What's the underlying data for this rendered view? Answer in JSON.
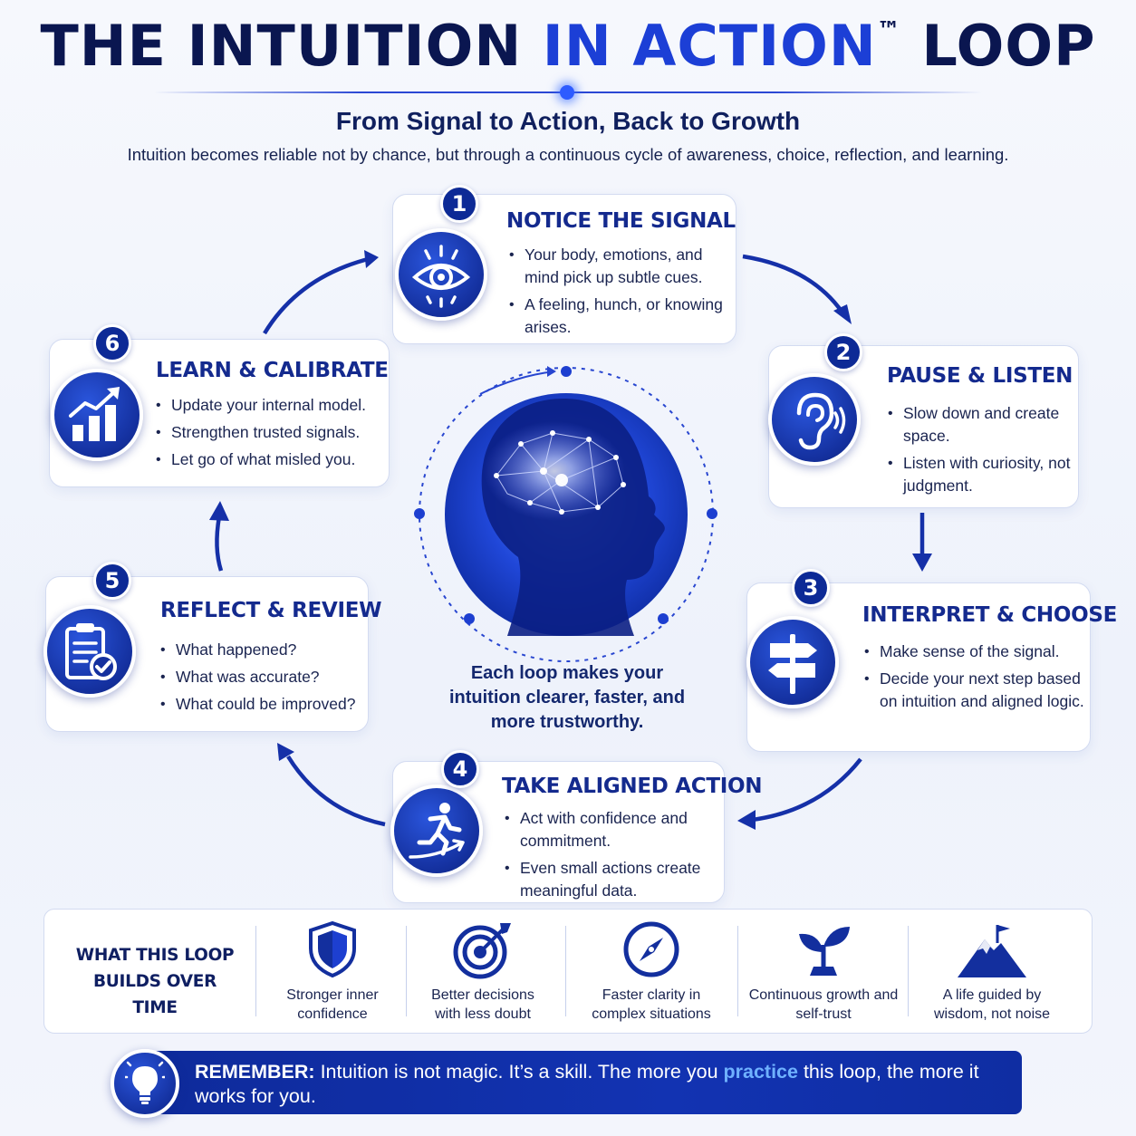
{
  "header": {
    "title_part1": "THE INTUITION ",
    "title_accent": "IN ACTION",
    "title_tm": "™",
    "title_part2": " LOOP",
    "subtitle": "From Signal to Action, Back to Growth",
    "intro": "Intuition becomes reliable not by chance, but through a continuous cycle of awareness, choice, reflection, and learning."
  },
  "steps": [
    {
      "number": "1",
      "title": "NOTICE THE SIGNAL",
      "icon": "eye-icon",
      "bullets": [
        "Your body, emotions, and mind pick up subtle cues.",
        "A feeling, hunch, or knowing arises."
      ]
    },
    {
      "number": "2",
      "title": "PAUSE & LISTEN",
      "icon": "ear-icon",
      "bullets": [
        "Slow down and create space.",
        "Listen with curiosity, not judgment."
      ]
    },
    {
      "number": "3",
      "title": "INTERPRET & CHOOSE",
      "icon": "signpost-icon",
      "bullets": [
        "Make sense of the signal.",
        "Decide your next step based on intuition and aligned logic."
      ]
    },
    {
      "number": "4",
      "title": "TAKE ALIGNED ACTION",
      "icon": "running-person-icon",
      "bullets": [
        "Act with confidence and commitment.",
        "Even small actions create meaningful data."
      ]
    },
    {
      "number": "5",
      "title": "REFLECT & REVIEW",
      "icon": "clipboard-check-icon",
      "bullets": [
        "What happened?",
        "What was accurate?",
        "What could be improved?"
      ]
    },
    {
      "number": "6",
      "title": "LEARN & CALIBRATE",
      "icon": "growth-chart-icon",
      "bullets": [
        "Update your internal model.",
        "Strengthen trusted signals.",
        "Let go of what misled you."
      ]
    }
  ],
  "center": {
    "icon": "brain-head-icon",
    "caption": "Each loop makes your intuition clearer, faster, and more trustworthy."
  },
  "benefits": {
    "title": "WHAT THIS LOOP BUILDS OVER TIME",
    "items": [
      {
        "label": "Stronger inner confidence",
        "icon": "shield-icon"
      },
      {
        "label": "Better decisions with less doubt",
        "icon": "target-icon"
      },
      {
        "label": "Faster clarity in complex situations",
        "icon": "compass-icon"
      },
      {
        "label": "Continuous growth and self-trust",
        "icon": "sprout-icon"
      },
      {
        "label": "A life guided by wisdom, not noise",
        "icon": "mountain-flag-icon"
      }
    ]
  },
  "remember": {
    "label": "REMEMBER:",
    "text_before": " Intuition is not magic. It’s a skill. The more you ",
    "highlight": "practice",
    "text_after": " this loop, the more it works for you.",
    "icon": "lightbulb-icon"
  },
  "colors": {
    "navy": "#0a1650",
    "accent": "#1c3fd6",
    "card_title": "#142a8e",
    "banner": "#1233b2",
    "highlight": "#6fb1ff"
  }
}
